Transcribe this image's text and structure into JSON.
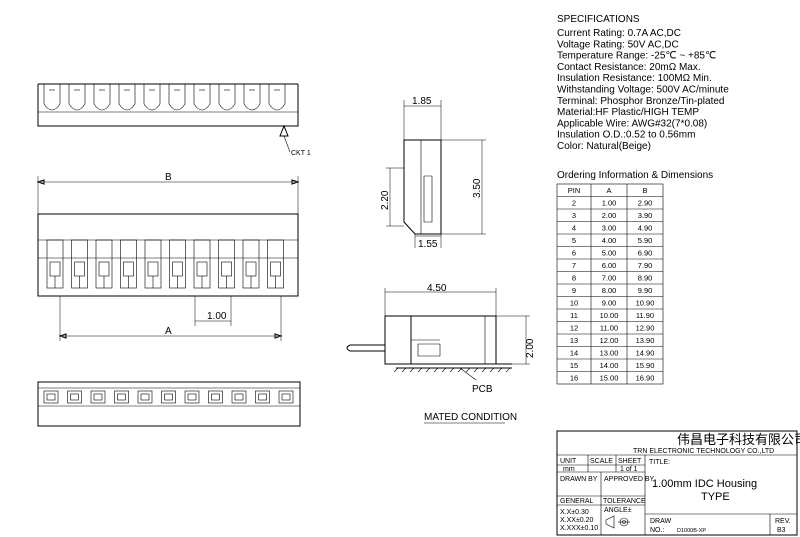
{
  "specs": {
    "heading": "SPECIFICATIONS",
    "lines": [
      "Current Rating: 0.7A AC,DC",
      "Voltage Rating: 50V AC,DC",
      "Temperature Range: -25℃ ~ +85℃",
      "Contact Resistance: 20mΩ Max.",
      "Insulation Resistance: 100MΩ Min.",
      "Withstanding Voltage: 500V AC/minute",
      "Terminal: Phosphor Bronze/Tin-plated",
      "Material:HF Plastic/HIGH TEMP",
      "Applicable Wire: AWG#32(7*0.08)",
      "Insulation O.D.:0.52 to 0.56mm",
      "Color: Natural(Beige)"
    ]
  },
  "ordering": {
    "heading": "Ordering Information & Dimensions",
    "columns": [
      "PIN",
      "A",
      "B"
    ],
    "rows": [
      [
        "2",
        "1.00",
        "2.90"
      ],
      [
        "3",
        "2.00",
        "3.90"
      ],
      [
        "4",
        "3.00",
        "4.90"
      ],
      [
        "5",
        "4.00",
        "5.90"
      ],
      [
        "6",
        "5.00",
        "6.90"
      ],
      [
        "7",
        "6.00",
        "7.90"
      ],
      [
        "8",
        "7.00",
        "8.90"
      ],
      [
        "9",
        "8.00",
        "9.90"
      ],
      [
        "10",
        "9.00",
        "10.90"
      ],
      [
        "11",
        "10.00",
        "11.90"
      ],
      [
        "12",
        "11.00",
        "12.90"
      ],
      [
        "13",
        "12.00",
        "13.90"
      ],
      [
        "14",
        "13.00",
        "14.90"
      ],
      [
        "15",
        "14.00",
        "15.90"
      ],
      [
        "16",
        "15.00",
        "16.90"
      ]
    ]
  },
  "drawing": {
    "ckt_label": "CKT 1",
    "dim_b": "B",
    "dim_a": "A",
    "pitch": "1.00",
    "side_width": "1.85",
    "side_inner_height": "2.20",
    "side_total_height": "3.50",
    "side_bottom": "1.55",
    "mated_length": "4.50",
    "mated_height": "2.00",
    "pcb_label": "PCB",
    "mated_caption": "MATED CONDITION"
  },
  "title_block": {
    "company_cn": "伟昌电子科技有限公司",
    "company_en": "TRN ELECTRONIC TECHNOLOGY CO.,LTD",
    "unit_label": "UNIT",
    "unit_value": "mm",
    "scale_label": "SCALE",
    "sheet_label": "SHEET",
    "sheet_value": "1 of 1",
    "title_label": "TITLE:",
    "title_line1": "1.00mm IDC Housing",
    "title_line2": "TYPE",
    "drawn_by": "DRAWN BY",
    "approved_by": "APPROVED BY",
    "general": "GENERAL",
    "tolerance": "TOLERANCE",
    "angle": "ANGLE±",
    "tol1": "X.X±0.30",
    "tol2": "X.XX±0.20",
    "tol3": "X.XXX±0.10",
    "draw_label": "DRAW",
    "no_label": "NO.:",
    "draw_no": "D1000B-XP",
    "rev_label": "REV.",
    "rev_value": "B3"
  }
}
